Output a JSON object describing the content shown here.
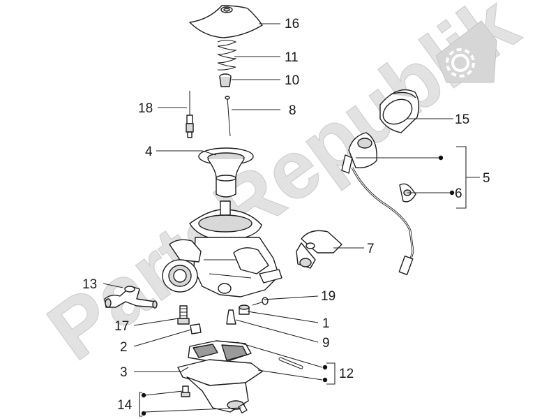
{
  "watermark": {
    "text": "PartsRepublik",
    "color": "#e2e2e2"
  },
  "gear_icon": {
    "name": "gear-icon",
    "color": "#d0d0d0"
  },
  "callouts": {
    "c1": "1",
    "c2": "2",
    "c3": "3",
    "c4": "4",
    "c5": "5",
    "c6": "6",
    "c7": "7",
    "c8": "8",
    "c9": "9",
    "c10": "10",
    "c11": "11",
    "c12": "12",
    "c13": "13",
    "c14": "14",
    "c15": "15",
    "c16": "16",
    "c17": "17",
    "c18": "18",
    "c19": "19"
  }
}
